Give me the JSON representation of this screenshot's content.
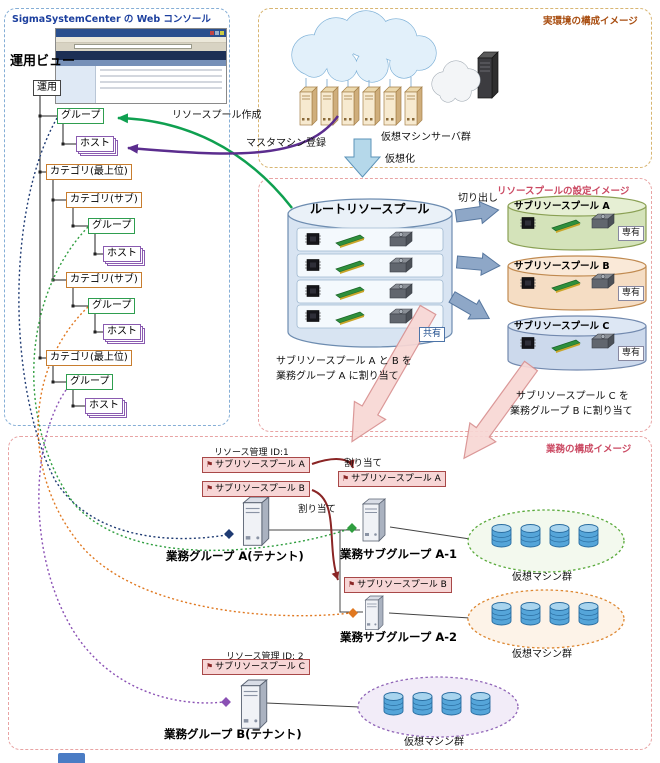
{
  "console": {
    "panel_title": "SigmaSystemCenter の Web コンソール",
    "view_label": "運用ビュー",
    "nodes": {
      "root": "運用",
      "group1": "グループ",
      "host1": "ホスト",
      "cat_top1": "カテゴリ(最上位)",
      "cat_sub1": "カテゴリ(サブ)",
      "group2": "グループ",
      "host2": "ホスト",
      "cat_sub2": "カテゴリ(サブ)",
      "group3": "グループ",
      "host3": "ホスト",
      "cat_top2": "カテゴリ(最上位)",
      "group4": "グループ",
      "host4": "ホスト"
    }
  },
  "real_env": {
    "panel_title": "実環境の構成イメージ",
    "servers_label": "仮想マシンサーバ群"
  },
  "flow": {
    "virtualize": "仮想化",
    "create_pool": "リソースプール作成",
    "register_master": "マスタマシン登録",
    "cut_out": "切り出し",
    "assign": "割り当て"
  },
  "pool": {
    "panel_title": "リソースプールの設定イメージ",
    "root_title": "ルートリソースプール",
    "shared": "共有",
    "dedicated": "専有",
    "sub_a": "サブリソースプール A",
    "sub_b": "サブリソースプール B",
    "sub_c": "サブリソースプール C",
    "note_ab_1": "サブリソースプール A と B を",
    "note_ab_2": "業務グループ A に割り当て",
    "note_c_1": "サブリソースプール C を",
    "note_c_2": "業務グループ B に割り当て"
  },
  "biz": {
    "panel_title": "業務の構成イメージ",
    "resource_id_1": "リソース管理 ID:1",
    "resource_id_2": "リソース管理 ID: 2",
    "group_a": "業務グループ A(テナント)",
    "subgroup_a1": "業務サブグループ A-1",
    "subgroup_a2": "業務サブグループ A-2",
    "group_b": "業務グループ B(テナント)",
    "vm_group": "仮想マシン群"
  },
  "colors": {
    "create_pool_arrow": "#0fa050",
    "register_master_arrow": "#5b2d8e",
    "assign_arrow": "#8a2525",
    "subpool_a_fill": "#d4e3ba",
    "subpool_b_fill": "#f5ddc4",
    "subpool_c_fill": "#ccd9ec"
  }
}
